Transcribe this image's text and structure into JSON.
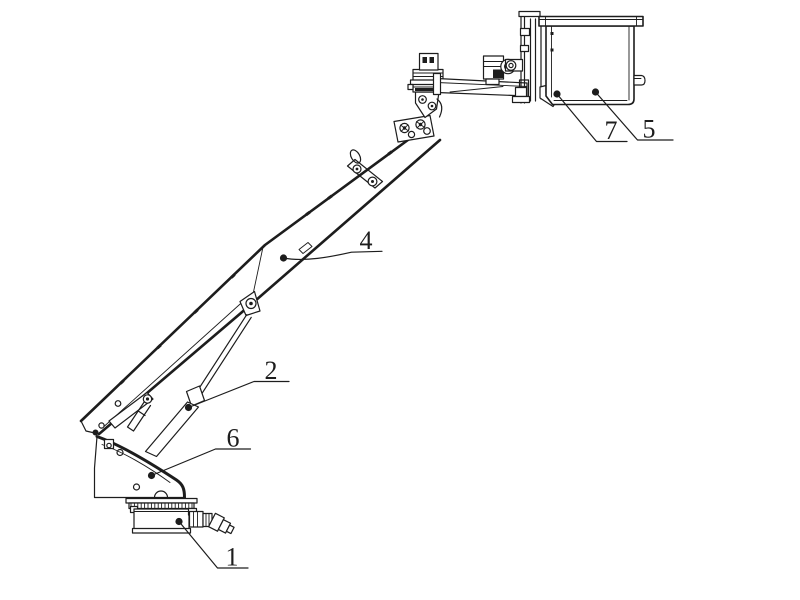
{
  "figure": {
    "background_color": "#ffffff",
    "line_color": "#1d1d1d"
  },
  "callouts": [
    {
      "label": "1"
    },
    {
      "label": "2"
    },
    {
      "label": "4"
    },
    {
      "label": "5"
    },
    {
      "label": "6"
    },
    {
      "label": "7"
    }
  ]
}
